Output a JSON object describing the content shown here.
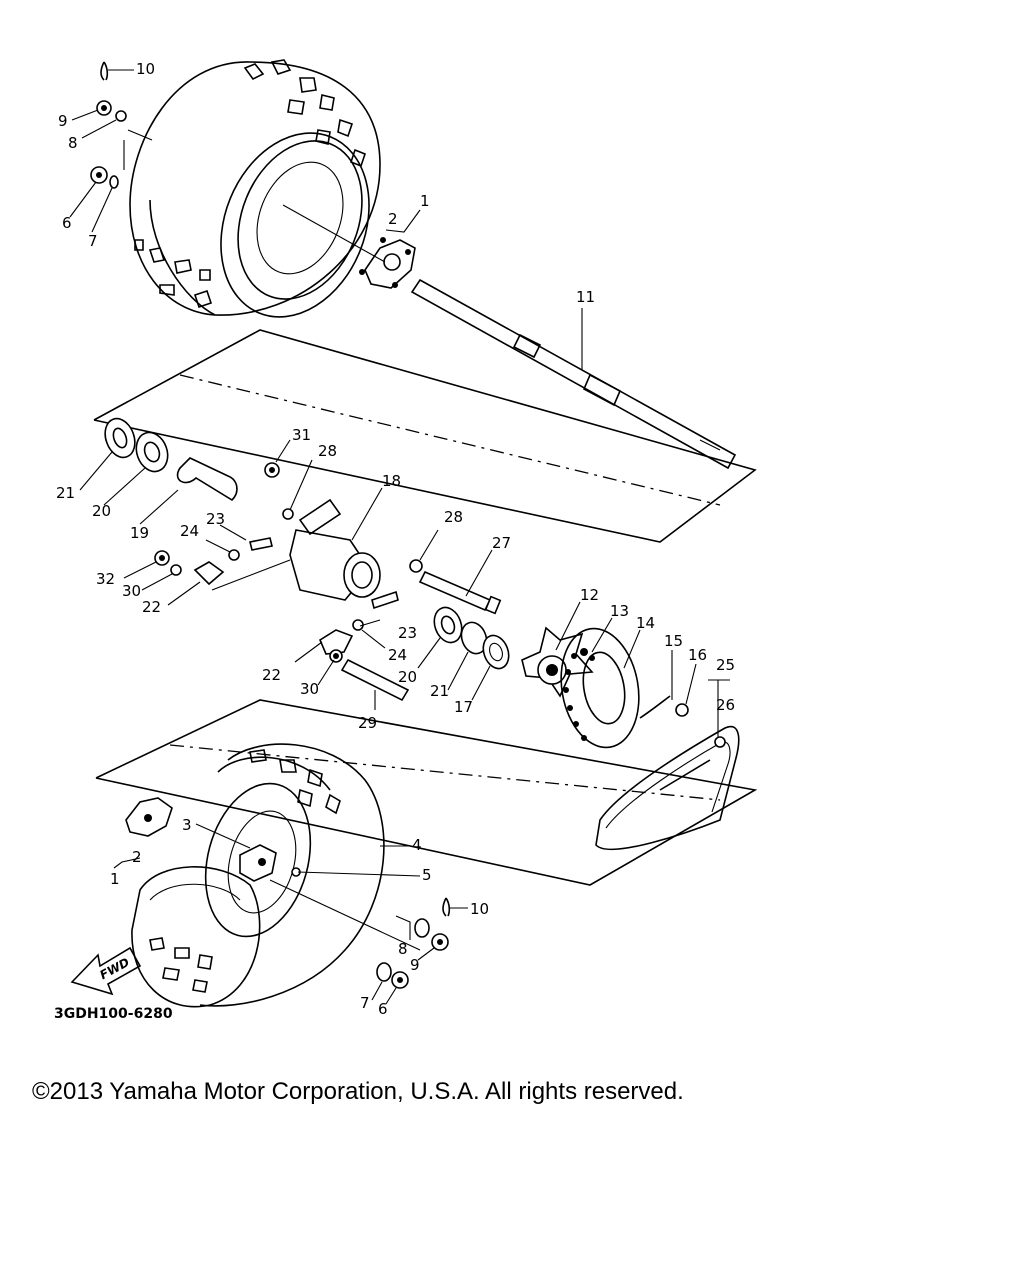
{
  "diagram": {
    "callouts": {
      "c1a": "1",
      "c2a": "2",
      "c6a": "6",
      "c7a": "7",
      "c8a": "8",
      "c9a": "9",
      "c10a": "10",
      "c11": "11",
      "c31": "31",
      "c28a": "28",
      "c18": "18",
      "c21a": "21",
      "c20a": "20",
      "c19": "19",
      "c23a": "23",
      "c24a": "24",
      "c28b": "28",
      "c27": "27",
      "c32": "32",
      "c30a": "30",
      "c22a": "22",
      "c23b": "23",
      "c24b": "24",
      "c22b": "22",
      "c30b": "30",
      "c20b": "20",
      "c21b": "21",
      "c17": "17",
      "c29": "29",
      "c12": "12",
      "c13": "13",
      "c14": "14",
      "c15": "15",
      "c16": "16",
      "c25": "25",
      "c26": "26",
      "c3": "3",
      "c4": "4",
      "c5": "5",
      "c1b": "1",
      "c2b": "2",
      "c10b": "10",
      "c8b": "8",
      "c9b": "9",
      "c7b": "7",
      "c6b": "6"
    },
    "fwd_label": "FWD",
    "drawing_code": "3GDH100-6280"
  },
  "copyright": "©2013 Yamaha Motor Corporation, U.S.A. All rights reserved."
}
